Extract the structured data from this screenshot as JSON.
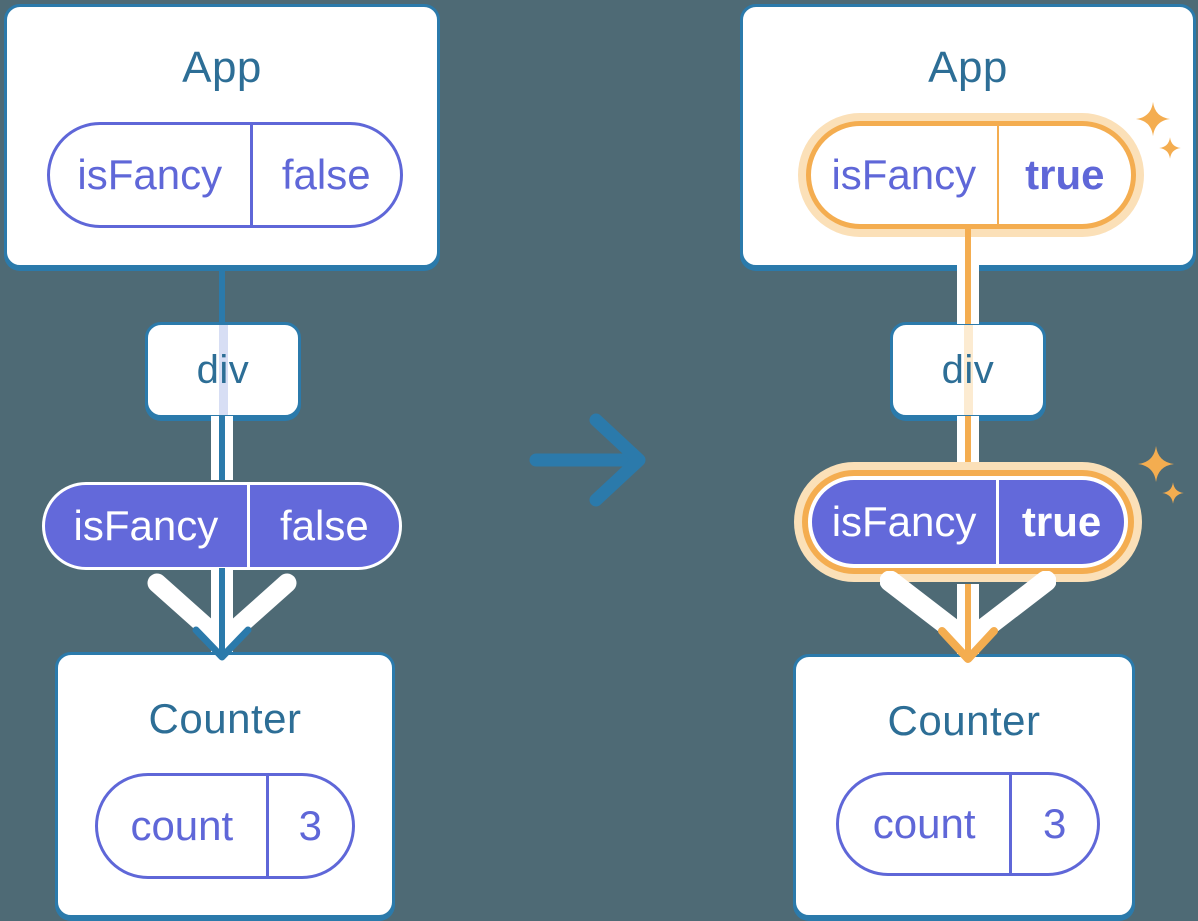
{
  "colors": {
    "bg": "#4E6A75",
    "card-bg": "#FFFFFF",
    "line-blue": "#2B7AAB",
    "heading": "#2D6E96",
    "purple": "#5F67D8",
    "purple-fill": "#6369DA",
    "orange": "#F4AD50",
    "orange-pale": "#FBE0B8",
    "orange-faint": "#FCEBD1",
    "lavender-faint": "#D7DEF4",
    "white": "#FFFFFF"
  },
  "before": {
    "app": {
      "title": "App",
      "prop": {
        "name": "isFancy",
        "value": "false"
      }
    },
    "container": {
      "label": "div"
    },
    "passed_prop": {
      "name": "isFancy",
      "value": "false"
    },
    "counter": {
      "title": "Counter",
      "state": {
        "name": "count",
        "value": "3"
      }
    }
  },
  "after": {
    "app": {
      "title": "App",
      "prop": {
        "name": "isFancy",
        "value": "true"
      }
    },
    "container": {
      "label": "div"
    },
    "passed_prop": {
      "name": "isFancy",
      "value": "true"
    },
    "counter": {
      "title": "Counter",
      "state": {
        "name": "count",
        "value": "3"
      }
    }
  }
}
